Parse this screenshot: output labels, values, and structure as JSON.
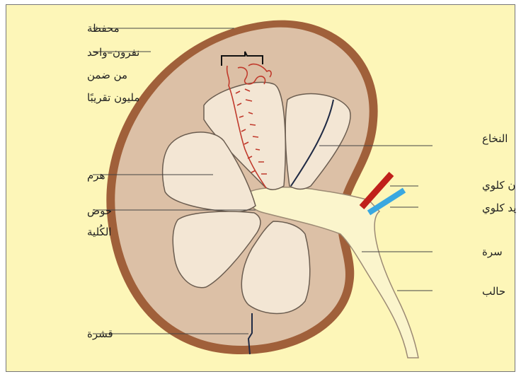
{
  "labels": {
    "capsule": "محفظة",
    "nephron_line1": "نفرون–واحد",
    "nephron_line2": "من ضمن",
    "nephron_line3": "مليون تقريبًا",
    "medulla": "النخاع",
    "pyramid": "هرم",
    "renal_artery": "شريان كلوي",
    "renal_vein": "وريد كلوي",
    "pelvis_line1": "حوض",
    "pelvis_line2": "الكُلية",
    "hilum": "سرة",
    "ureter": "حالب",
    "cortex": "قشرة"
  },
  "colors": {
    "background": "#fdf6b8",
    "kidney_outer": "#a0603a",
    "kidney_fill": "#dcc0a6",
    "pyramid_fill": "#f3e6d4",
    "pelvis_fill": "#fbf5cc",
    "artery": "#c0201a",
    "vein": "#3aa8e0",
    "nephron": "#c0392b"
  }
}
